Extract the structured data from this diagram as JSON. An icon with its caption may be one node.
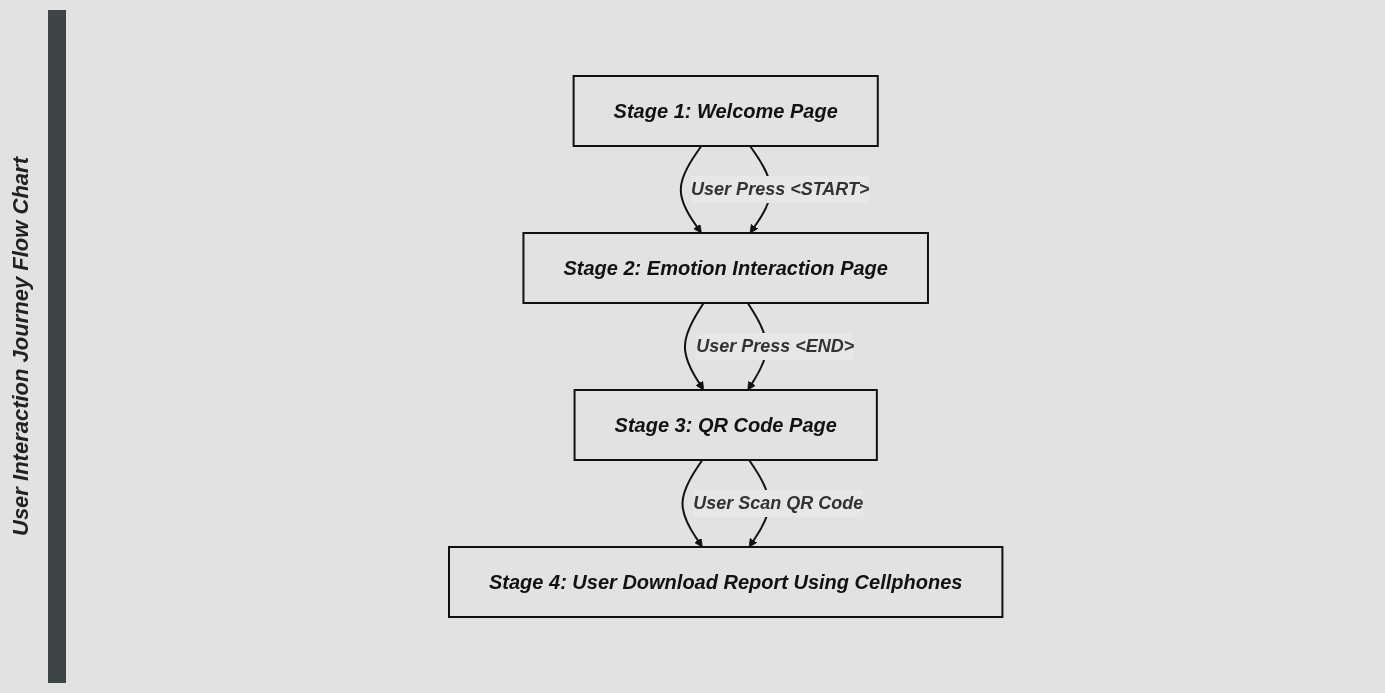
{
  "diagram": {
    "title": "User Interaction Journey Flow Chart",
    "nodes": [
      {
        "text": [
          "Stage 1: Welcome Page"
        ]
      },
      {
        "text": [
          "Stage 2: Emotion Interaction Page"
        ]
      },
      {
        "text": [
          "Stage 3: QR Code Page"
        ]
      },
      {
        "text": [
          "Stage 4: User Download Report Using Cellphones"
        ]
      }
    ],
    "edges": [
      {
        "from": 0,
        "to": 1,
        "arrow": "to"
      },
      {
        "from": 0,
        "to": 1,
        "arrow": "to",
        "label": "User Press <START>"
      },
      {
        "from": 1,
        "to": 2,
        "arrow": "to"
      },
      {
        "from": 1,
        "to": 2,
        "arrow": "to",
        "label": "User Press <END>"
      },
      {
        "from": 2,
        "to": 3,
        "arrow": "to"
      },
      {
        "from": 2,
        "to": 3,
        "arrow": "to",
        "label": "User Scan QR Code"
      }
    ]
  }
}
